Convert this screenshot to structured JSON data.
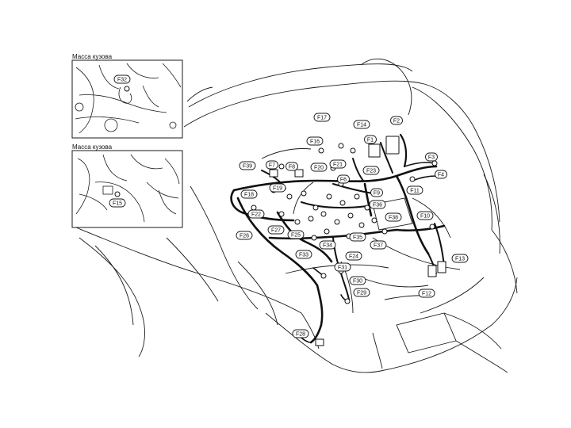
{
  "insets": [
    {
      "caption": "Масса кузова",
      "connector": "F32"
    },
    {
      "caption": "Масса кузова",
      "connector": "F15"
    }
  ],
  "connectors": [
    "F1",
    "F2",
    "F3",
    "F4",
    "F6",
    "F7",
    "F8",
    "F9",
    "F10",
    "F11",
    "F12",
    "F13",
    "F14",
    "F15",
    "F16",
    "F17",
    "F18",
    "F19",
    "F20",
    "F21",
    "F22",
    "F23",
    "F24",
    "F25",
    "F26",
    "F27",
    "F28",
    "F29",
    "F30",
    "F31",
    "F32",
    "F33",
    "F34",
    "F35",
    "F36",
    "F37",
    "F38",
    "F39"
  ],
  "colors": {
    "line": "#1a1a1a",
    "harness": "#111111",
    "background": "#ffffff",
    "label_fill": "#ffffff"
  }
}
